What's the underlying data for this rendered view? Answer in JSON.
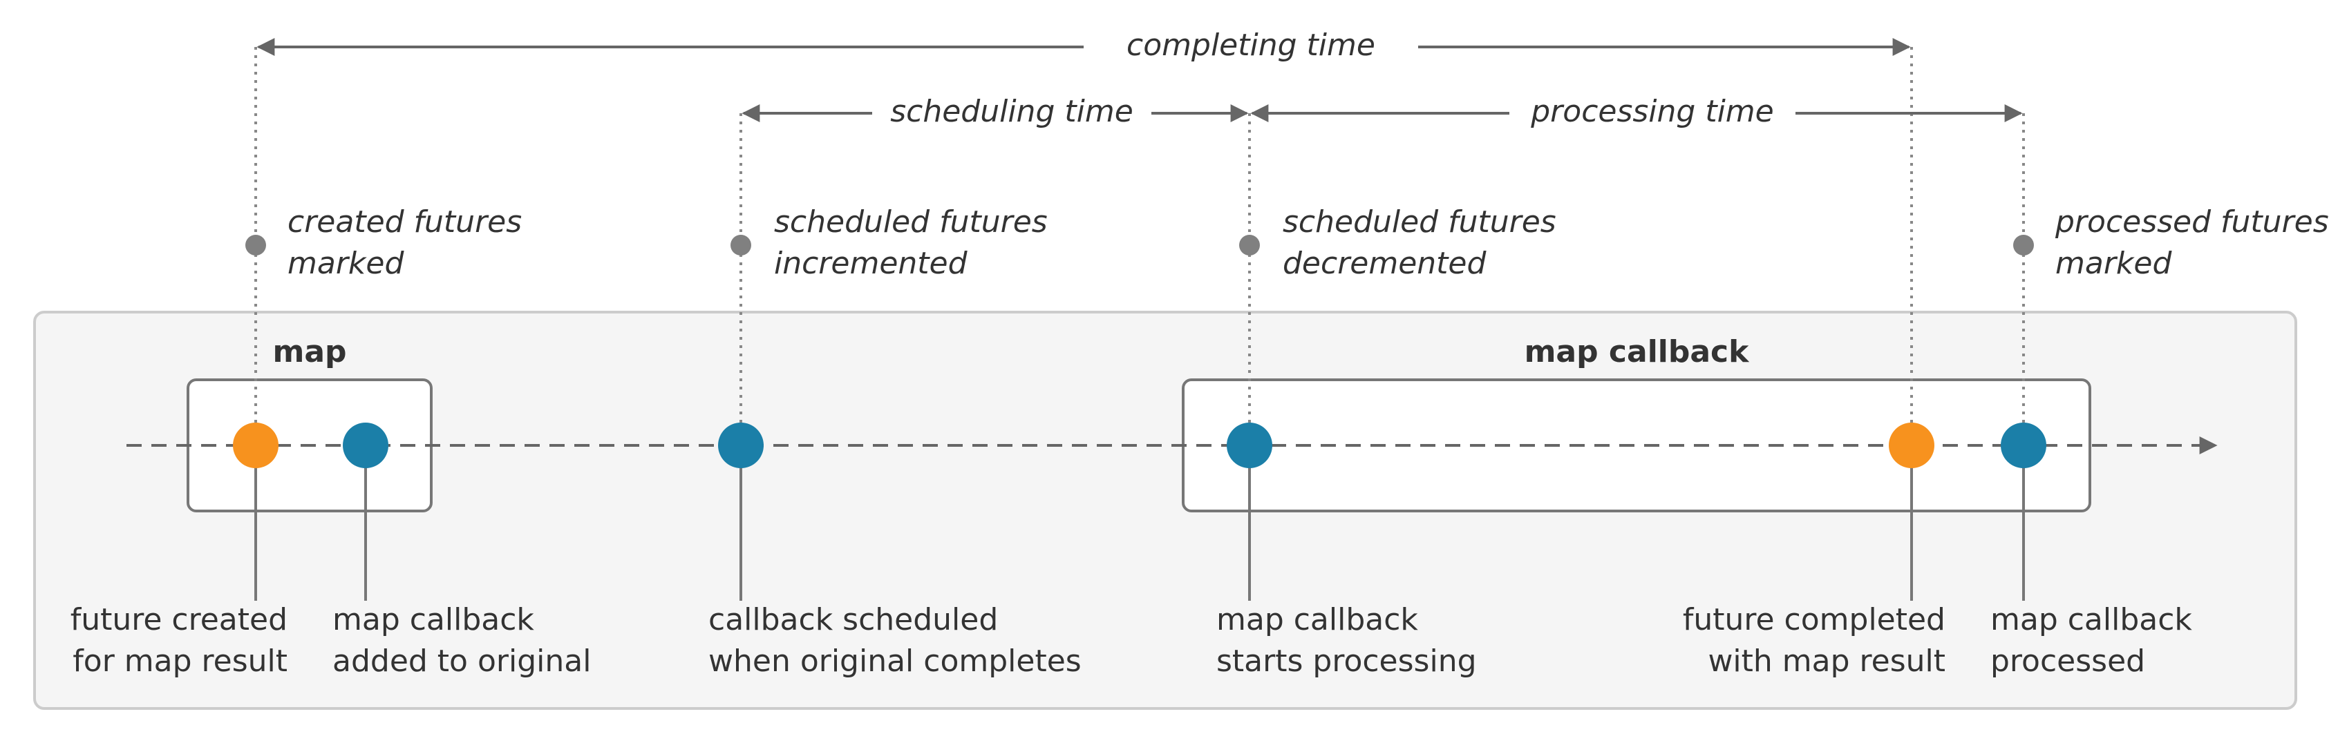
{
  "colors": {
    "panel_bg": "#f5f5f5",
    "panel_border": "#cccccc",
    "line": "#666666",
    "leader": "#888888",
    "dot_orange": "#f7921e",
    "dot_blue": "#1b7fa8"
  },
  "spans": {
    "completing": "completing time",
    "scheduling": "scheduling time",
    "processing": "processing time"
  },
  "groups": {
    "map": "map",
    "map_callback": "map callback"
  },
  "markers": [
    {
      "line1": "created futures",
      "line2": "marked"
    },
    {
      "line1": "scheduled futures",
      "line2": "incremented"
    },
    {
      "line1": "scheduled futures",
      "line2": "decremented"
    },
    {
      "line1": "processed futures",
      "line2": "marked"
    }
  ],
  "events": [
    {
      "line1": "future created",
      "line2": "for map result",
      "color": "orange"
    },
    {
      "line1": "map callback",
      "line2": "added to original",
      "color": "blue"
    },
    {
      "line1": "callback scheduled",
      "line2": "when original completes",
      "color": "blue"
    },
    {
      "line1": "map callback",
      "line2": "starts processing",
      "color": "blue"
    },
    {
      "line1": "future completed",
      "line2": "with map result",
      "color": "orange"
    },
    {
      "line1": "map callback",
      "line2": "processed",
      "color": "blue"
    }
  ]
}
